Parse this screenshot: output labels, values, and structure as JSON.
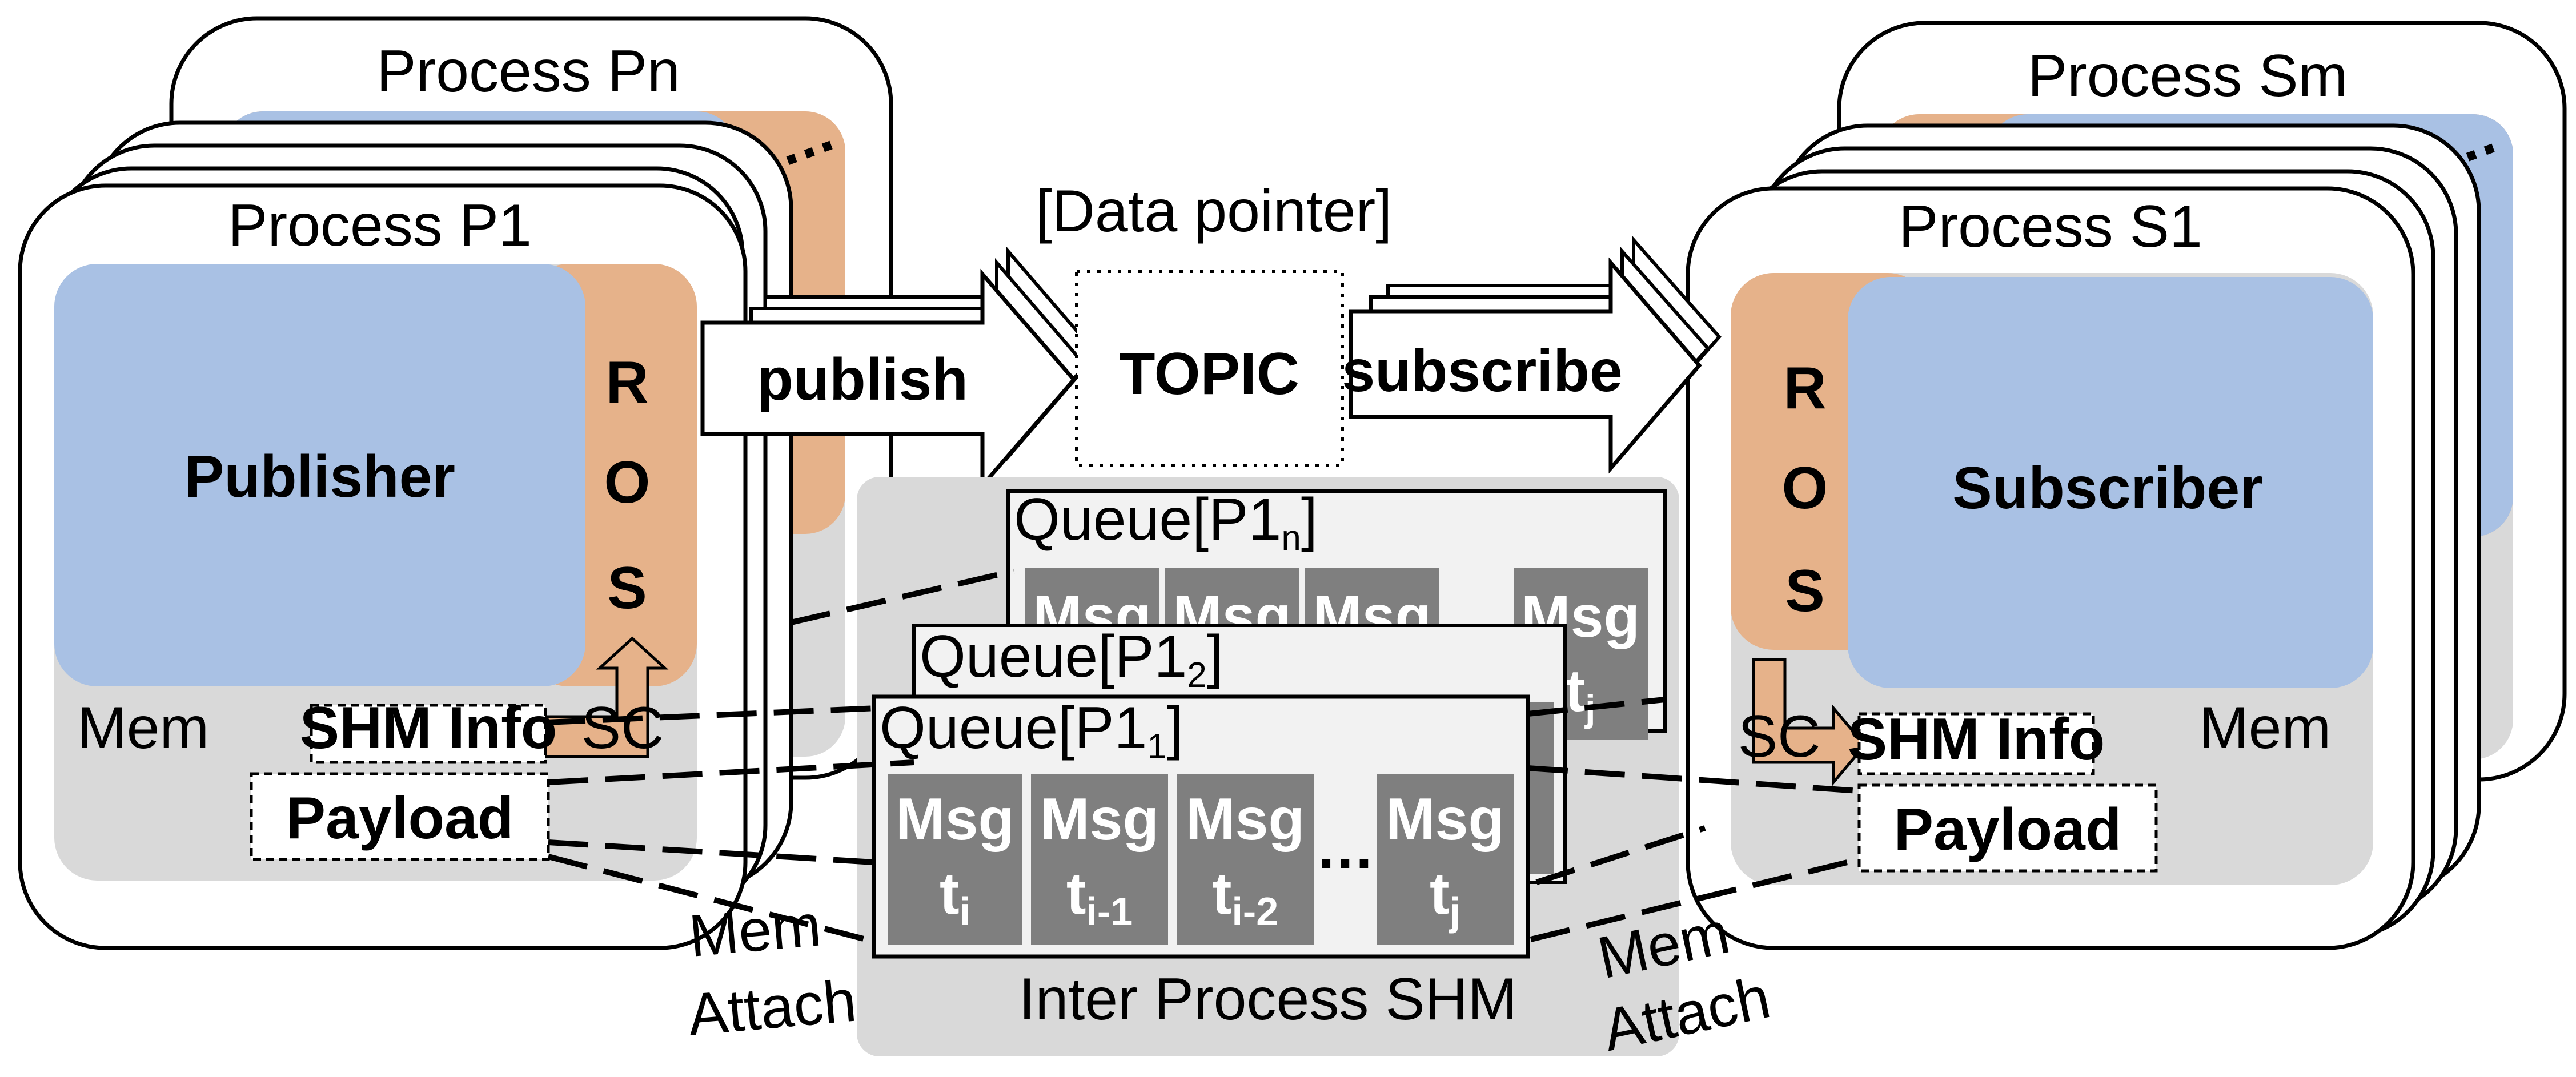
{
  "publisher_side": {
    "process_back_label": "Process Pn",
    "process_front_label": "Process P1",
    "ellipsis": "…",
    "app_label": "Publisher",
    "ros_letters": [
      "R",
      "O",
      "S"
    ],
    "mem_label": "Mem",
    "shm_info_label": "SHM Info",
    "sc_label": "SC",
    "payload_label": "Payload"
  },
  "subscriber_side": {
    "process_back_label": "Process Sm",
    "process_front_label": "Process S1",
    "ellipsis": "…",
    "app_label": "Subscriber",
    "ros_letters": [
      "R",
      "O",
      "S"
    ],
    "mem_label": "Mem",
    "shm_info_label": "SHM Info",
    "sc_label": "SC",
    "payload_label": "Payload"
  },
  "middle": {
    "data_pointer_label": "[Data pointer]",
    "topic_label": "TOPIC",
    "publish_label": "publish",
    "subscribe_label": "subscribe"
  },
  "shm": {
    "label": "Inter Process SHM",
    "queues": [
      {
        "prefix": "Queue[P1",
        "sub": "n",
        "suffix": "]"
      },
      {
        "prefix": "Queue[P1",
        "sub": "2",
        "suffix": "]"
      },
      {
        "prefix": "Queue[P1",
        "sub": "1",
        "suffix": "]"
      }
    ],
    "msg_label": "Msg",
    "front_msgs": [
      {
        "base": "t",
        "sub": "i"
      },
      {
        "base": "t",
        "sub": "i-1"
      },
      {
        "base": "t",
        "sub": "i-2"
      },
      {
        "base": "t",
        "sub": "j"
      }
    ],
    "ellipsis": "…"
  },
  "attach_labels": {
    "left": {
      "line1": "Mem",
      "line2": "Attach"
    },
    "right": {
      "line1": "Mem",
      "line2": "Attach"
    }
  },
  "colors": {
    "app_blue": "#a9c1e4",
    "ros_orange": "#e6b28a",
    "mem_gray": "#d9d9d9",
    "msg_gray": "#7f7f7f",
    "queue_bg": "#f2f2f2"
  }
}
